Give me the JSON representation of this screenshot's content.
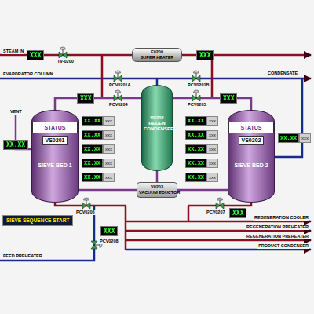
{
  "diagram": {
    "nodes": [
      {
        "text": [
          "XXX"
        ]
      },
      {
        "text": [
          "E0200",
          "SUPER HEATER"
        ]
      },
      {
        "text": [
          "XXX"
        ]
      },
      {
        "text": [
          "XXX"
        ]
      },
      {
        "text": [
          "XXX"
        ]
      },
      {
        "text": [
          "V0202",
          "REGEN CONDENSER"
        ]
      },
      {
        "text": [
          "VS0201",
          "SIEVE BED 1"
        ]
      },
      {
        "text": [
          "STATUS"
        ],
        "in": 6
      },
      {
        "text": [
          "VS0202",
          "SIEVE BED 2"
        ]
      },
      {
        "text": [
          "STATUS"
        ],
        "in": 8
      },
      {
        "text": [
          "V0203",
          "VACUUM EDUCTOR"
        ]
      },
      {
        "text": [
          "XX.XX"
        ]
      },
      {
        "text": [
          "XX.XX",
          "xxx"
        ]
      },
      {
        "text": [
          "XX.XX",
          "xxx"
        ]
      },
      {
        "text": [
          "XX.XX",
          "xxx"
        ]
      },
      {
        "text": [
          "XX.XX",
          "xxx"
        ]
      },
      {
        "text": [
          "XX.XX",
          "xxx"
        ]
      },
      {
        "text": [
          "XX.XX",
          "xxx"
        ]
      },
      {
        "text": [
          "XX.XX",
          "xxx"
        ]
      },
      {
        "text": [
          "XX.XX",
          "xxx"
        ]
      },
      {
        "text": [
          "XX.XX",
          "xxx"
        ]
      },
      {
        "text": [
          "XX.XX",
          "xxx"
        ]
      },
      {
        "text": [
          "XX.XX",
          "xxx"
        ]
      },
      {
        "text": [
          "SIEVE SEQUENCE START"
        ]
      },
      {
        "text": [
          "XXX"
        ]
      },
      {
        "text": [
          "XXX"
        ]
      }
    ],
    "edges": [
      {
        "from": 5,
        "to": 10,
        "arrow": "none"
      },
      {
        "from": 6,
        "to": 10,
        "arrow": "none"
      },
      {
        "from": 8,
        "to": 10,
        "arrow": "none"
      }
    ],
    "labels": [
      "STEAM IN",
      "TV-0200",
      "EVAPORATOR COLUMN",
      "CONDENSATE",
      "PCV0201A",
      "PCV0201B",
      "VENT",
      "PCV0204",
      "PCV0205",
      "PCV0206",
      "PCV0207",
      "PCV0208",
      "REGENERATION COOLER",
      "REGENERATION PREHEATER",
      "REGENERATION PREHEATER",
      "PRODUCT CONDENSER",
      "FEED PREHEATER"
    ]
  }
}
